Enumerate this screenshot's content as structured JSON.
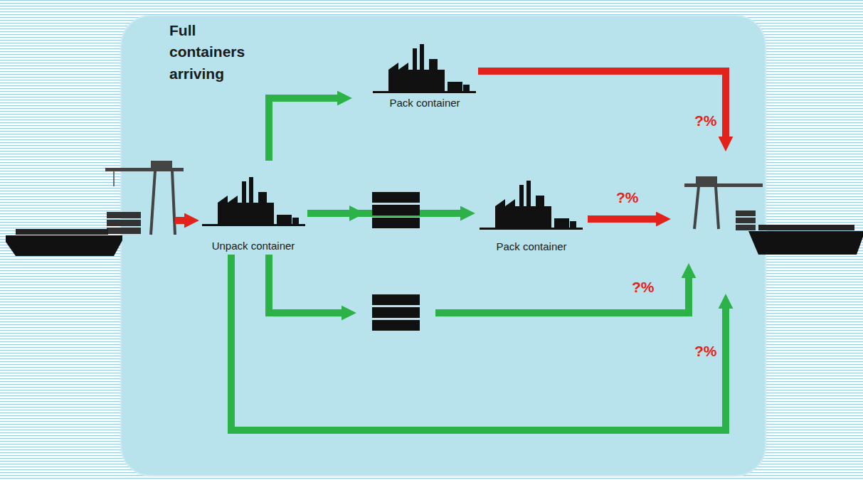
{
  "diagram": {
    "nodes": [
      {
        "text": [
          "Pack container"
        ]
      },
      {
        "text": [
          "Unpack container"
        ]
      },
      {
        "text": [
          "Pack container"
        ]
      }
    ],
    "edges": [
      {
        "from": 1,
        "to": 2,
        "arrow": "to"
      }
    ],
    "labels": [
      "Full containers arriving",
      "?%",
      "?%",
      "?%",
      "?%"
    ]
  }
}
